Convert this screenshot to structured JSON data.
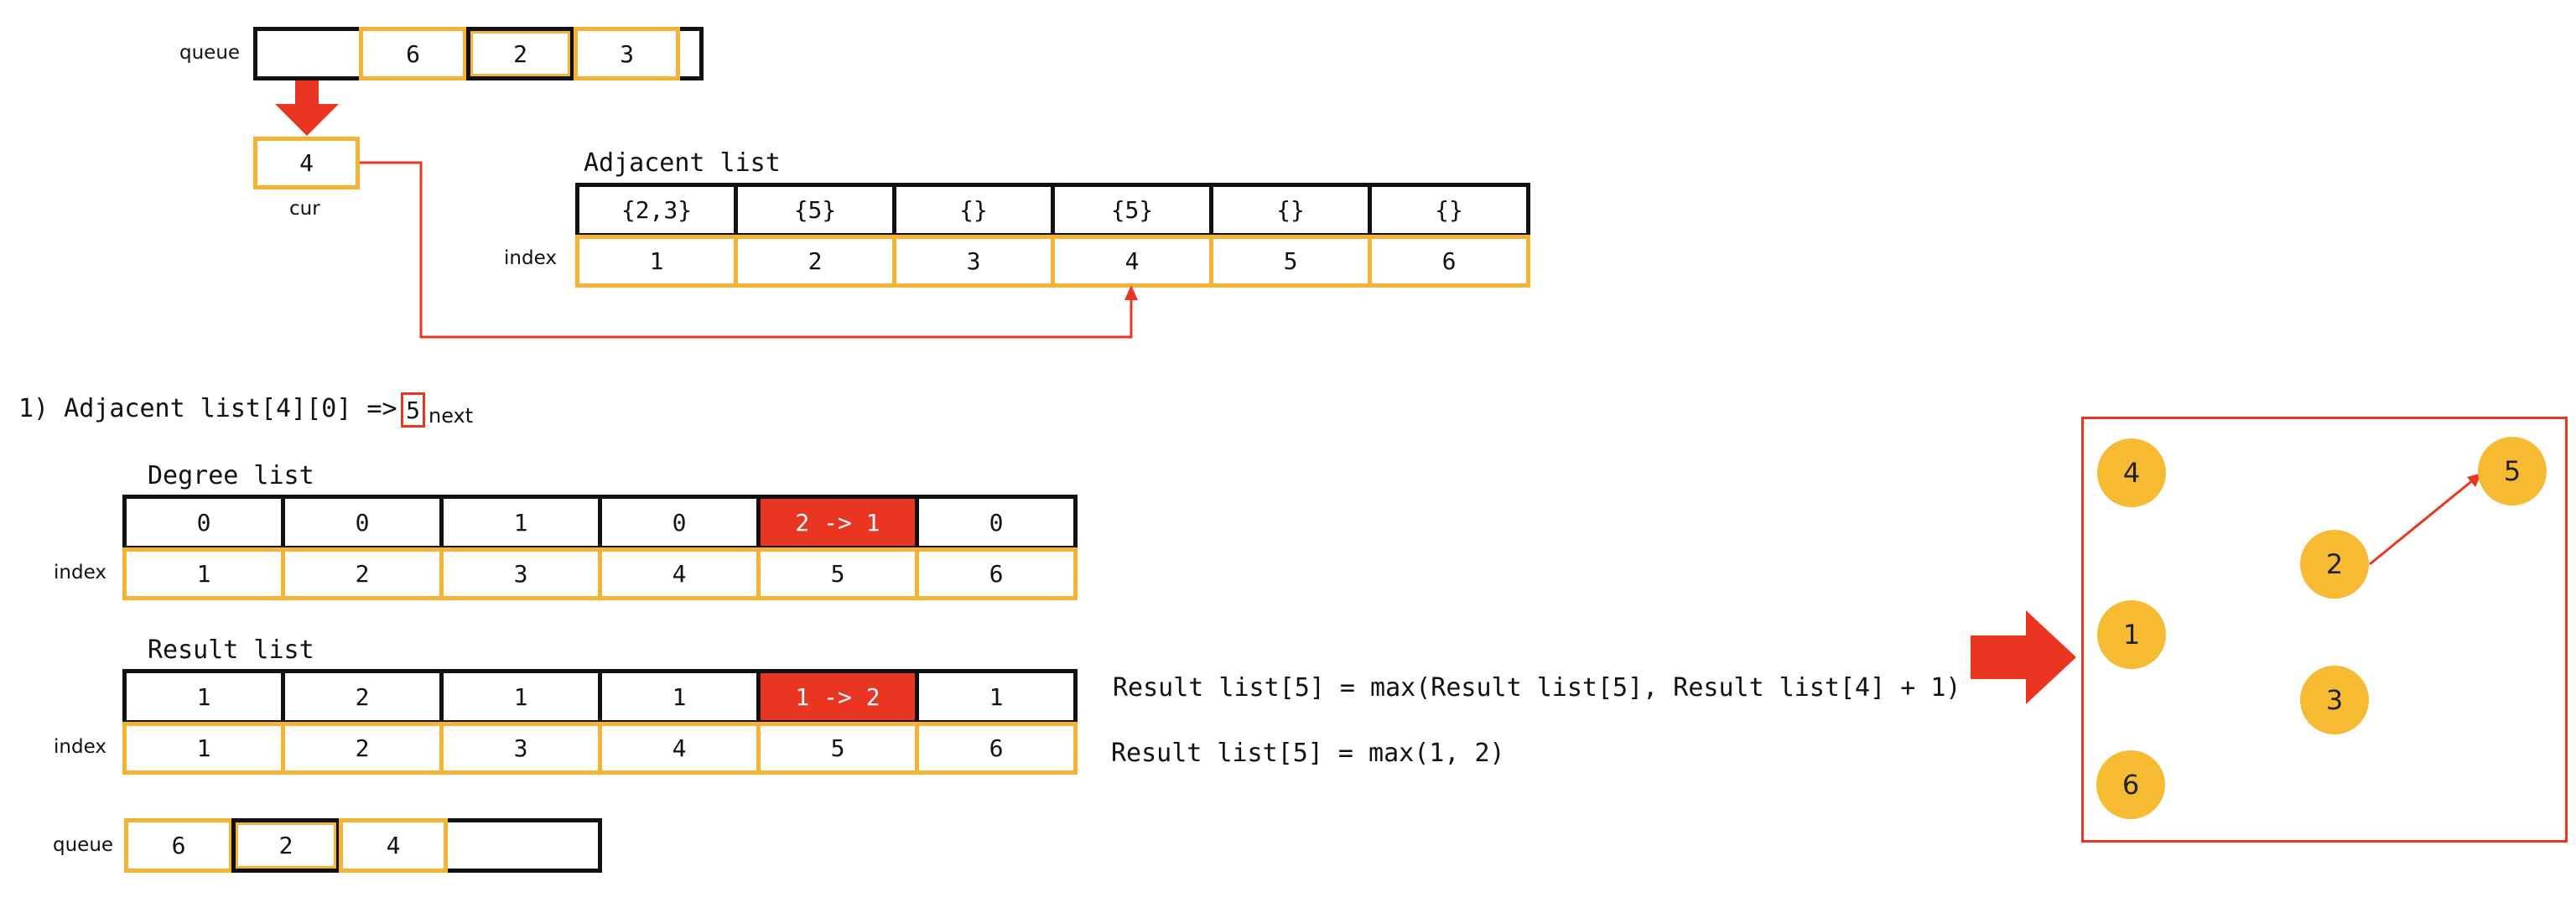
{
  "colors": {
    "accent": "#ea3523",
    "node": "#f6ba33",
    "index_border": "#f5b335",
    "cell_border": "#111111"
  },
  "top_queue": {
    "label": "queue",
    "values": [
      "6",
      "2",
      "3"
    ]
  },
  "cur": {
    "value": "4",
    "label": "cur"
  },
  "adjacent": {
    "title": "Adjacent list",
    "index_label": "index",
    "values": [
      "{2,3}",
      "{5}",
      "{}",
      "{5}",
      "{}",
      "{}"
    ],
    "indices": [
      "1",
      "2",
      "3",
      "4",
      "5",
      "6"
    ]
  },
  "step": {
    "text": "1) Adjacent list[4][0] =>",
    "value": "5",
    "sub": "next"
  },
  "degree": {
    "title": "Degree list",
    "index_label": "index",
    "values": [
      "0",
      "0",
      "1",
      "0",
      "2 -> 1",
      "0"
    ],
    "indices": [
      "1",
      "2",
      "3",
      "4",
      "5",
      "6"
    ]
  },
  "result": {
    "title": "Result list",
    "index_label": "index",
    "values": [
      "1",
      "2",
      "1",
      "1",
      "1 -> 2",
      "1"
    ],
    "indices": [
      "1",
      "2",
      "3",
      "4",
      "5",
      "6"
    ]
  },
  "formula1": "Result list[5] = max(Result list[5], Result list[4] + 1)",
  "formula2": "Result list[5] = max(1, 2)",
  "bottom_queue": {
    "label": "queue",
    "values": [
      "6",
      "2",
      "4"
    ]
  },
  "graph": {
    "nodes": [
      "4",
      "5",
      "2",
      "1",
      "3",
      "6"
    ]
  }
}
